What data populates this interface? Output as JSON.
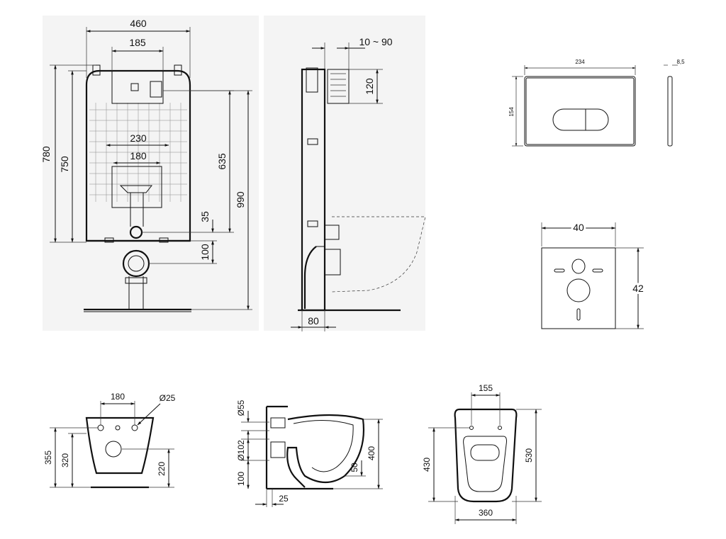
{
  "frame_front": {
    "d_460": "460",
    "d_185": "185",
    "d_230": "230",
    "d_180": "180",
    "d_780": "780",
    "d_750": "750",
    "d_635": "635",
    "d_990": "990",
    "d_35": "35",
    "d_100": "100"
  },
  "frame_side": {
    "d_10_90": "10 ~ 90",
    "d_120": "120",
    "d_80": "80"
  },
  "flush_plate": {
    "d_234": "234",
    "d_154": "154",
    "d_8_5": "8,5"
  },
  "sound_pad": {
    "d_40": "40",
    "d_42": "42"
  },
  "wc_back": {
    "d_180": "180",
    "d_25": "Ø25",
    "d_355": "355",
    "d_320": "320",
    "d_220": "220"
  },
  "wc_side": {
    "d_55": "Ø55",
    "d_102": "Ø102",
    "d_100": "100",
    "d_400": "400",
    "d_50": "50",
    "d_25": "25"
  },
  "wc_top": {
    "d_155": "155",
    "d_430": "430",
    "d_530": "530",
    "d_360": "360"
  },
  "colors": {
    "line": "#111111",
    "panel_bg": "#f4f4f4",
    "paper": "#ffffff"
  }
}
